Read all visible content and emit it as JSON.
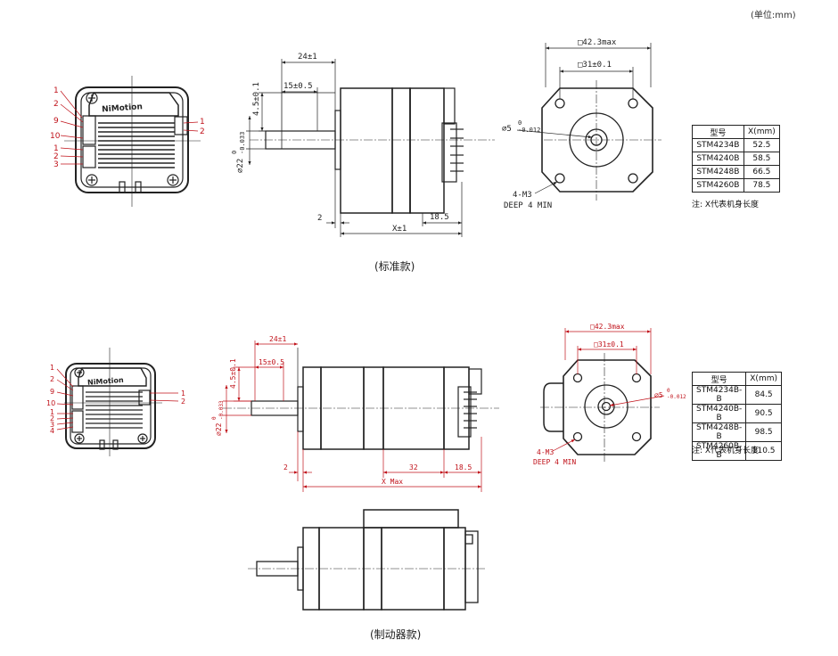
{
  "unit_label": "(单位:mm)",
  "captions": {
    "standard": "(标准款)",
    "brake": "(制动器款)"
  },
  "logo_text": "NiMotion",
  "connector_pins": {
    "left": [
      "1",
      "2",
      "9",
      "10",
      "1",
      "2",
      "3"
    ],
    "right": [
      "1",
      "2"
    ]
  },
  "brake_connector_pins": {
    "left": [
      "1",
      "2",
      "9",
      "10",
      "1",
      "2",
      "3",
      "4"
    ],
    "right": [
      "1",
      "2"
    ]
  },
  "standard": {
    "dims": {
      "total_shaft": "24±1",
      "flat": "15±0.5",
      "flat_offset": "4.5±0.1",
      "shaft_dia": "∅22",
      "shaft_dia_tol_top": "0",
      "shaft_dia_tol_bot": "-0.033",
      "boss": "2",
      "rear": "18.5",
      "length": "X±1",
      "front_square": "□42.3max",
      "hole_pitch": "□31±0.1",
      "bore": "∅5",
      "bore_tol_top": "0",
      "bore_tol_bot": "-0.012",
      "holes": "4-M3",
      "depth": "DEEP 4 MIN"
    },
    "table": {
      "headers": [
        "型号",
        "X(mm)"
      ],
      "rows": [
        [
          "STM4234B",
          "52.5"
        ],
        [
          "STM4240B",
          "58.5"
        ],
        [
          "STM4248B",
          "66.5"
        ],
        [
          "STM4260B",
          "78.5"
        ]
      ]
    },
    "note": "注: X代表机身长度"
  },
  "brake": {
    "dims": {
      "total_shaft": "24±1",
      "flat": "15±0.5",
      "flat_offset": "4.5±0.1",
      "shaft_dia": "∅22",
      "shaft_dia_tol_top": "0",
      "shaft_dia_tol_bot": "-0.033",
      "boss": "2",
      "brake_len": "32",
      "rear": "18.5",
      "length": "X Max",
      "front_square": "□42.3max",
      "hole_pitch": "□31±0.1",
      "bore": "∅5",
      "bore_tol_top": "0",
      "bore_tol_bot": "-0.012",
      "holes": "4-M3",
      "depth": "DEEP 4 MIN"
    },
    "table": {
      "headers": [
        "型号",
        "X(mm)"
      ],
      "rows": [
        [
          "STM4234B-B",
          "84.5"
        ],
        [
          "STM4240B-B",
          "90.5"
        ],
        [
          "STM4248B-B",
          "98.5"
        ],
        [
          "STM4260B-B",
          "110.5"
        ]
      ]
    },
    "note": "注: X代表机身长度"
  },
  "colors": {
    "line": "#222222",
    "annotation": "#c0121a"
  }
}
